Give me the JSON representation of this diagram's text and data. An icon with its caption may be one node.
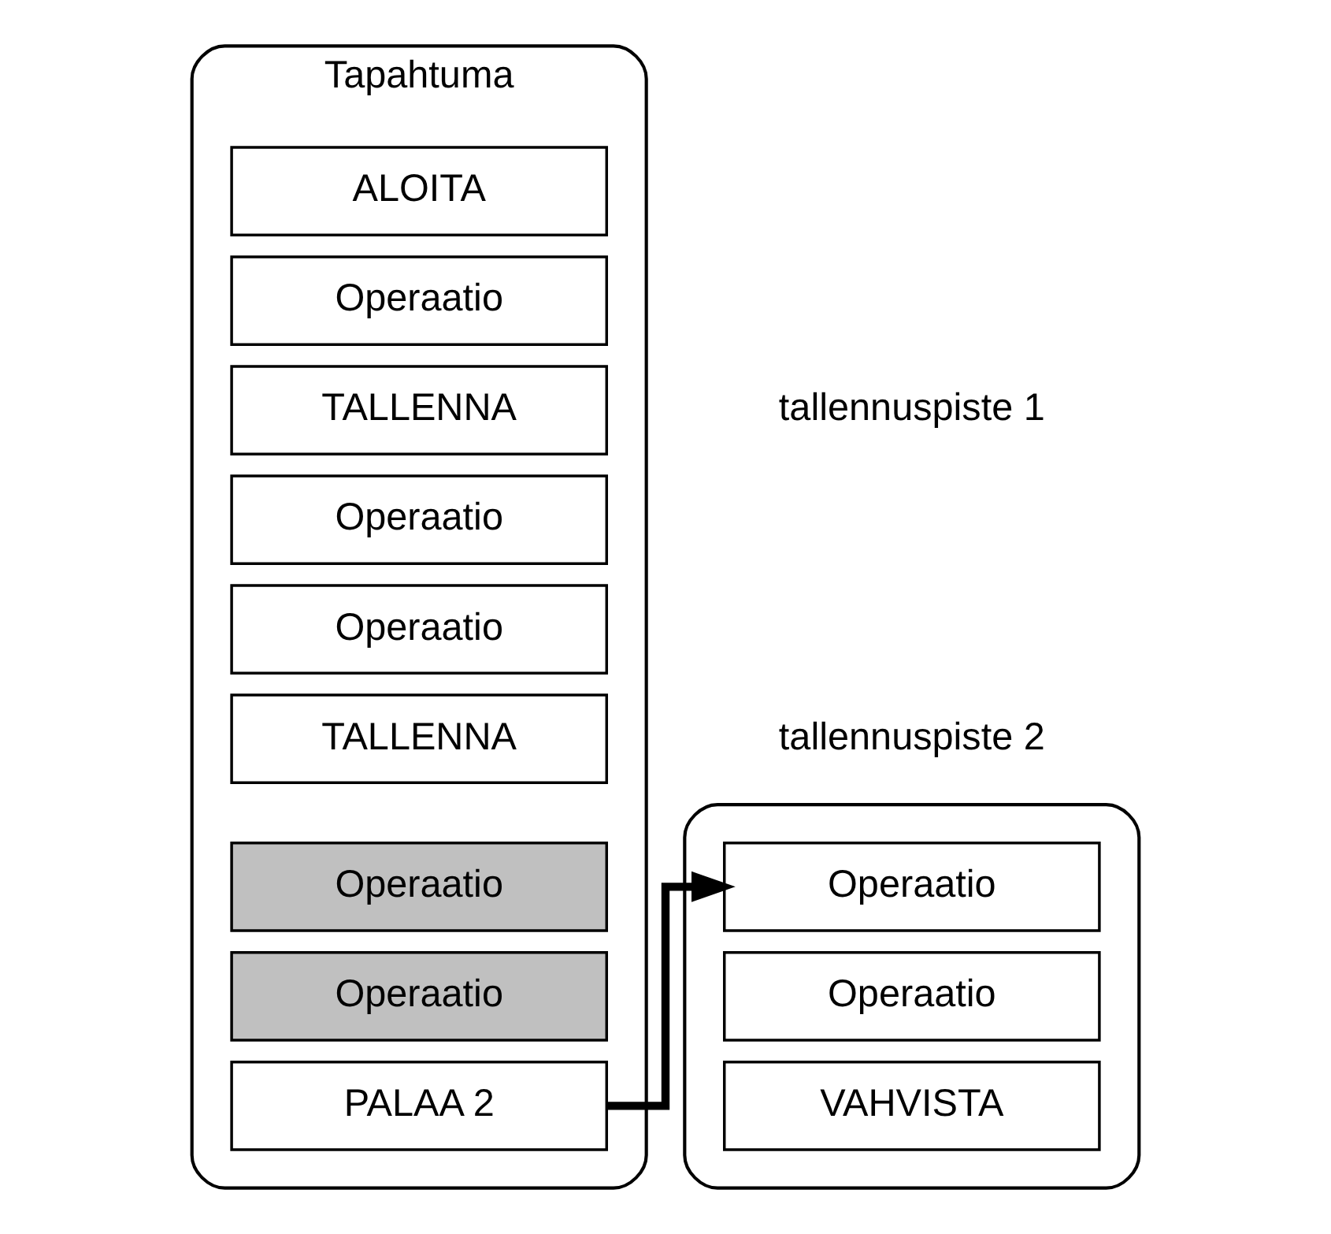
{
  "diagram": {
    "nodes": [
      {
        "text": [
          "Tapahtuma"
        ]
      },
      {
        "text": [
          "ALOITA"
        ],
        "in": 0
      },
      {
        "text": [
          "Operaatio"
        ],
        "in": 0
      },
      {
        "text": [
          "TALLENNA"
        ],
        "in": 0
      },
      {
        "text": [
          "Operaatio"
        ],
        "in": 0
      },
      {
        "text": [
          "Operaatio"
        ],
        "in": 0
      },
      {
        "text": [
          "TALLENNA"
        ],
        "in": 0
      },
      {
        "text": [
          "Operaatio"
        ],
        "in": 0
      },
      {
        "text": [
          "Operaatio"
        ],
        "in": 0
      },
      {
        "text": [
          "PALAA 2"
        ],
        "in": 0
      },
      {
        "text": [],
        "shape": "box"
      },
      {
        "text": [
          "Operaatio"
        ],
        "in": 10
      },
      {
        "text": [
          "Operaatio"
        ],
        "in": 10
      },
      {
        "text": [
          "VAHVISTA"
        ],
        "in": 10
      }
    ],
    "edges": [
      {
        "from": 9,
        "to": 11,
        "arrow": "to"
      }
    ],
    "labels": [
      "tallennuspiste 1",
      "tallennuspiste 2"
    ]
  }
}
